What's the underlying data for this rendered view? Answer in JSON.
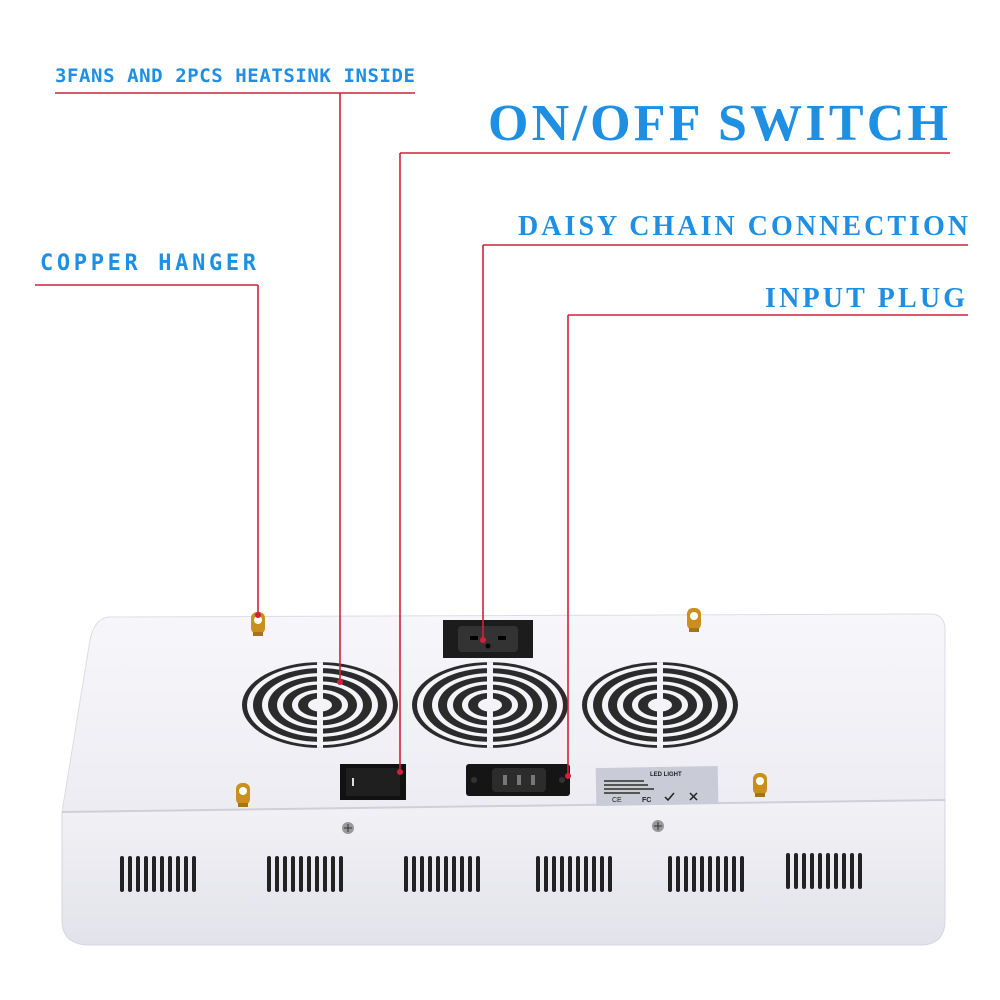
{
  "callouts": {
    "fans": "3FANS AND 2PCS HEATSINK INSIDE",
    "switch": "ON/OFF SWITCH",
    "daisy": "DAISY CHAIN CONNECTION",
    "hanger": "COPPER HANGER",
    "plug": "INPUT PLUG"
  },
  "label_plate": {
    "title": "LED LIGHT",
    "marks": [
      "CE",
      "FC"
    ]
  },
  "colors": {
    "callout_text": "#1e8fe3",
    "leader_line": "#d3203a",
    "housing": "#f4f4f8"
  }
}
